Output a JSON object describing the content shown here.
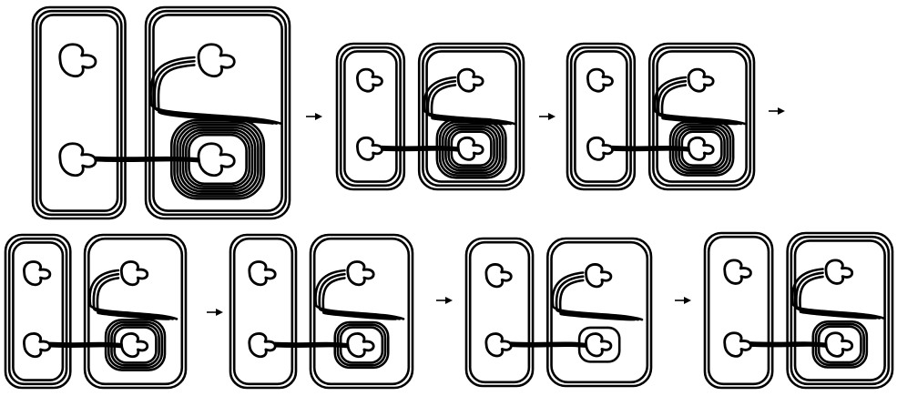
{
  "figure": {
    "description_note": "",
    "stage_count": 7,
    "rows": [
      {
        "row": 1,
        "stages": [
          {
            "index": 1,
            "left_loops": 3,
            "right_loops": 3,
            "spiral_turns": 7
          },
          {
            "index": 2,
            "left_loops": 3,
            "right_loops": 3,
            "spiral_turns": 6
          },
          {
            "index": 3,
            "left_loops": 3,
            "right_loops": 3,
            "spiral_turns": 5
          }
        ]
      },
      {
        "row": 2,
        "stages": [
          {
            "index": 4,
            "left_loops": 3,
            "right_loops": 2,
            "spiral_turns": 4
          },
          {
            "index": 5,
            "left_loops": 2,
            "right_loops": 2,
            "spiral_turns": 3
          },
          {
            "index": 6,
            "left_loops": 2,
            "right_loops": 2,
            "spiral_turns": 1
          },
          {
            "index": 7,
            "left_loops": 2,
            "right_loops": 3,
            "spiral_turns": 3
          }
        ]
      }
    ],
    "arrows": [
      {
        "from": 1,
        "to": 2,
        "glyph": "→"
      },
      {
        "from": 2,
        "to": 3,
        "glyph": "→"
      },
      {
        "from": 3,
        "to": 4,
        "glyph": "→"
      },
      {
        "from": 4,
        "to": 5,
        "glyph": "→"
      },
      {
        "from": 5,
        "to": 6,
        "glyph": "→"
      },
      {
        "from": 6,
        "to": 7,
        "glyph": "→"
      }
    ],
    "colors": {
      "ink": "#000000",
      "background": "#ffffff"
    }
  }
}
